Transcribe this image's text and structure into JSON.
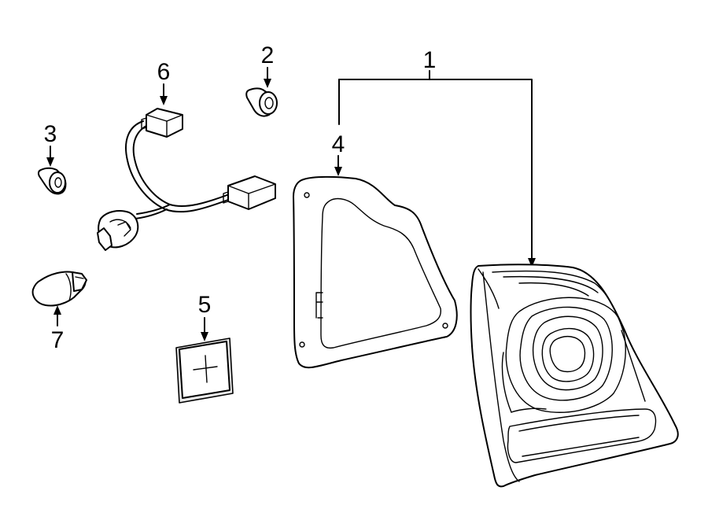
{
  "callouts": {
    "c1": "1",
    "c2": "2",
    "c3": "3",
    "c4": "4",
    "c5": "5",
    "c6": "6",
    "c7": "7"
  },
  "parts": {
    "p1": "lens-and-housing-icon",
    "p2": "push-nut-icon",
    "p3": "grommet-icon",
    "p4": "gasket-icon",
    "p5": "label-icon",
    "p6": "wiring-harness-icon",
    "p7": "bulb-icon"
  }
}
